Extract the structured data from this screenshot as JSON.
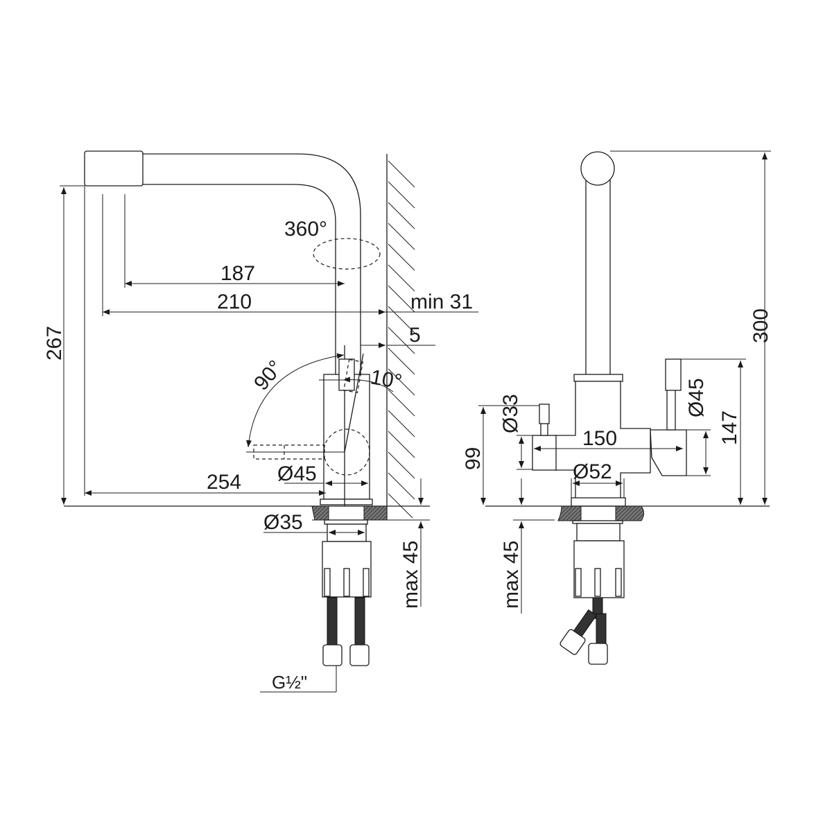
{
  "side_view": {
    "height_267": "267",
    "reach_187": "187",
    "reach_210": "210",
    "wall_min_31": "min 31",
    "gap_5": "5",
    "rotation_360": "360°",
    "lever_90": "90°",
    "lever_10": "10°",
    "length_254": "254",
    "body_diameter_45": "Ø45",
    "shank_diameter_35": "Ø35",
    "counter_max_45": "max 45",
    "thread_g12": "G½\""
  },
  "front_view": {
    "height_300": "300",
    "height_147": "147",
    "height_99": "99",
    "handle_diameter_33": "Ø33",
    "cylinder_diameter_45": "Ø45",
    "width_150": "150",
    "base_diameter_52": "Ø52",
    "counter_max_45": "max 45"
  }
}
